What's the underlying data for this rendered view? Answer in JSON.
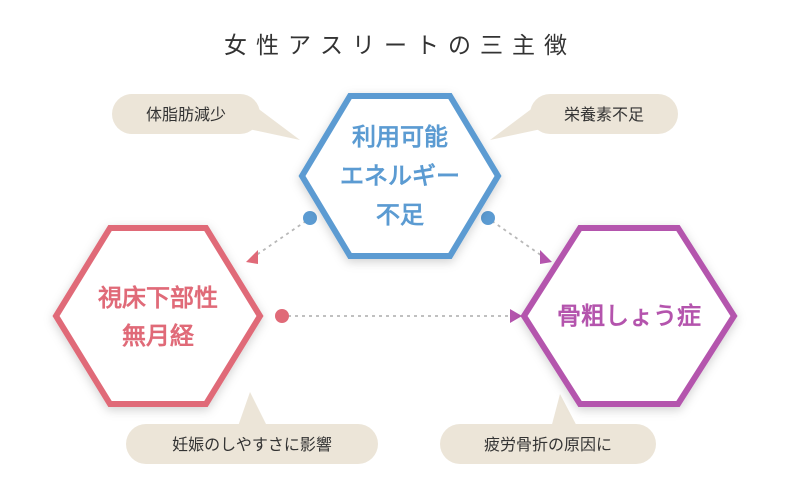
{
  "title": "女性アスリートの三主徴",
  "colors": {
    "blue": "#5b9bd2",
    "red": "#e06a78",
    "purple": "#b454ad",
    "bubble_bg": "#ece5d8",
    "text_dark": "#333333"
  },
  "center_node": {
    "lines": [
      "利用可能",
      "エネルギー",
      "不足"
    ]
  },
  "left_node": {
    "lines": [
      "視床下部性",
      "無月経"
    ]
  },
  "right_node": {
    "lines": [
      "骨粗しょう症"
    ]
  },
  "bubbles": {
    "top_left": "体脂肪減少",
    "top_right": "栄養素不足",
    "bottom_left": "妊娠のしやすさに影響",
    "bottom_right": "疲労骨折の原因に"
  }
}
